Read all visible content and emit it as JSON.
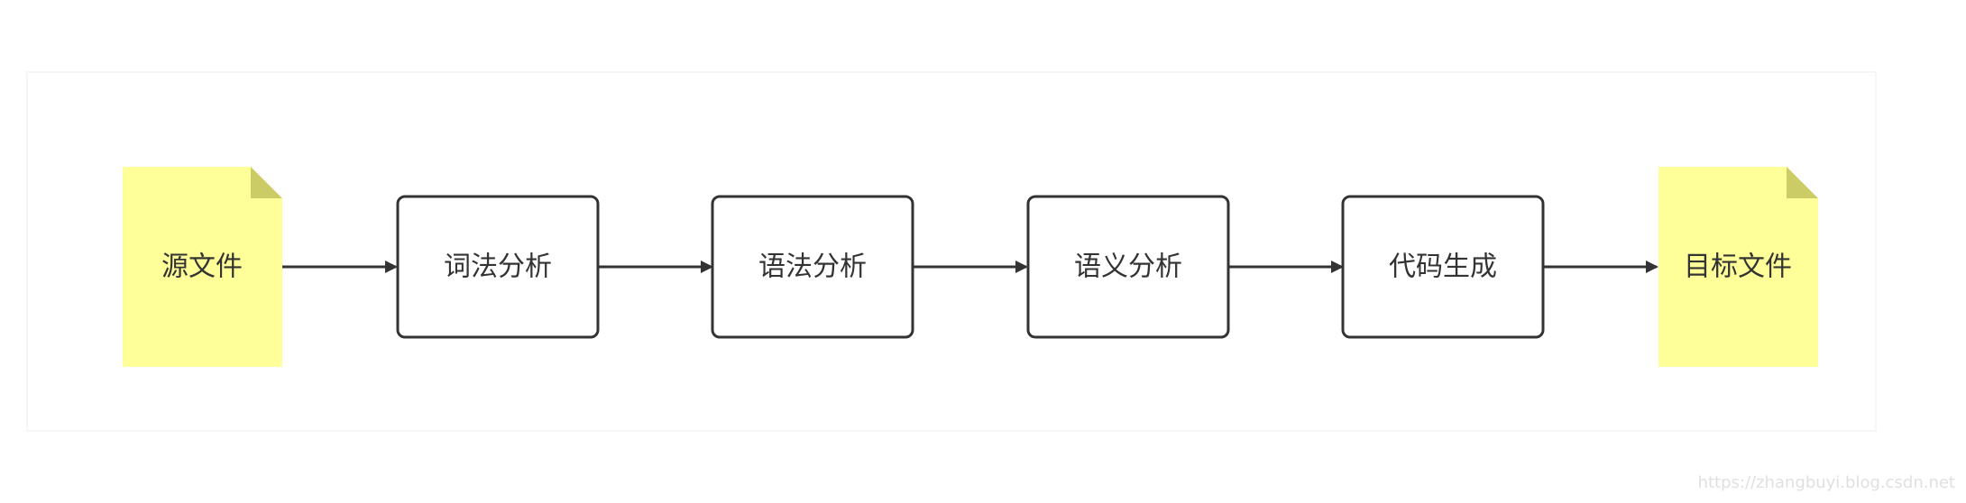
{
  "diagram": {
    "type": "flowchart",
    "direction": "left-to-right",
    "nodes": [
      {
        "id": "source",
        "label": "源文件",
        "shape": "note"
      },
      {
        "id": "lexical",
        "label": "词法分析",
        "shape": "rounded-rect"
      },
      {
        "id": "syntax",
        "label": "语法分析",
        "shape": "rounded-rect"
      },
      {
        "id": "semantic",
        "label": "语义分析",
        "shape": "rounded-rect"
      },
      {
        "id": "codegen",
        "label": "代码生成",
        "shape": "rounded-rect"
      },
      {
        "id": "target",
        "label": "目标文件",
        "shape": "note"
      }
    ],
    "edges": [
      {
        "from": "source",
        "to": "lexical"
      },
      {
        "from": "lexical",
        "to": "syntax"
      },
      {
        "from": "syntax",
        "to": "semantic"
      },
      {
        "from": "semantic",
        "to": "codegen"
      },
      {
        "from": "codegen",
        "to": "target"
      }
    ],
    "colors": {
      "note_fill": "#ffff99",
      "note_fold": "#cccc66",
      "box_fill": "#ffffff",
      "stroke": "#333333"
    }
  },
  "watermark": "https://zhangbuyi.blog.csdn.net"
}
